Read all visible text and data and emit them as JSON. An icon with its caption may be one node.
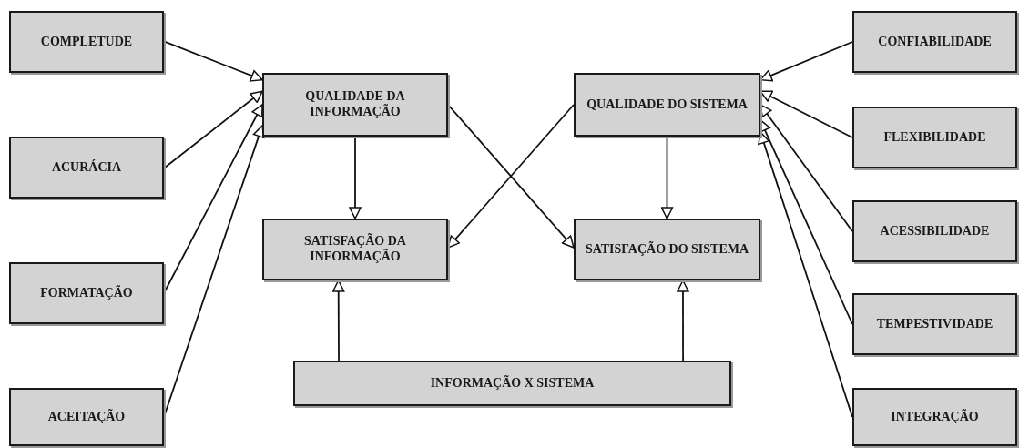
{
  "diagram": {
    "nodes": [
      {
        "text": [
          "COMPLETUDE"
        ]
      },
      {
        "text": [
          "ACURÁCIA"
        ]
      },
      {
        "text": [
          "FORMATAÇÃO"
        ]
      },
      {
        "text": [
          "ACEITAÇÃO"
        ]
      },
      {
        "text": [
          "QUALIDADE DA INFORMAÇÃO"
        ]
      },
      {
        "text": [
          "QUALIDADE DO SISTEMA"
        ]
      },
      {
        "text": [
          "SATISFAÇÃO DA INFORMAÇÃO"
        ]
      },
      {
        "text": [
          "SATISFAÇÃO DO SISTEMA"
        ]
      },
      {
        "text": [
          "INFORMAÇÃO X SISTEMA"
        ]
      },
      {
        "text": [
          "CONFIABILIDADE"
        ]
      },
      {
        "text": [
          "FLEXIBILIDADE"
        ]
      },
      {
        "text": [
          "ACESSIBILIDADE"
        ]
      },
      {
        "text": [
          "TEMPESTIVIDADE"
        ]
      },
      {
        "text": [
          "INTEGRAÇÃO"
        ]
      }
    ],
    "edges": [
      {
        "from": 0,
        "to": 4,
        "arrow": "to"
      },
      {
        "from": 1,
        "to": 4,
        "arrow": "to"
      },
      {
        "from": 2,
        "to": 4,
        "arrow": "to"
      },
      {
        "from": 3,
        "to": 4,
        "arrow": "to"
      },
      {
        "from": 4,
        "to": 6,
        "arrow": "to"
      },
      {
        "from": 5,
        "to": 7,
        "arrow": "to"
      },
      {
        "from": 4,
        "to": 7,
        "arrow": "to"
      },
      {
        "from": 5,
        "to": 6,
        "arrow": "to"
      },
      {
        "from": 8,
        "to": 6,
        "arrow": "to"
      },
      {
        "from": 8,
        "to": 7,
        "arrow": "to"
      },
      {
        "from": 9,
        "to": 5,
        "arrow": "to"
      },
      {
        "from": 10,
        "to": 5,
        "arrow": "to"
      },
      {
        "from": 11,
        "to": 5,
        "arrow": "to"
      },
      {
        "from": 12,
        "to": 5,
        "arrow": "to"
      },
      {
        "from": 13,
        "to": 5,
        "arrow": "to"
      }
    ]
  }
}
